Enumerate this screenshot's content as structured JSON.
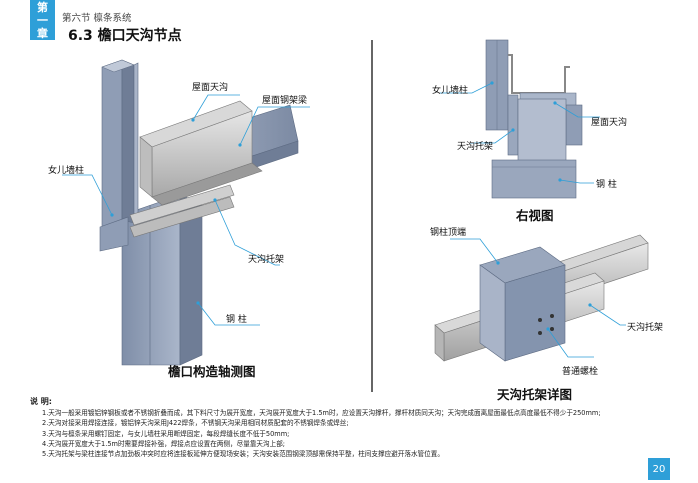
{
  "header": {
    "chapter_tab": [
      "第",
      "一",
      "章"
    ],
    "section_name": "第六节 檩条系统",
    "section_title": "6.3 檐口天沟节点"
  },
  "figures": {
    "axonometric": {
      "caption": "檐口构造轴测图",
      "labels": {
        "gutter": "屋面天沟",
        "roof_beam": "屋面钢架梁",
        "parapet_column": "女儿墙柱",
        "gutter_bracket": "天沟托架",
        "steel_column": "钢 柱"
      }
    },
    "right_view": {
      "caption": "右视图",
      "labels": {
        "parapet_column": "女儿墙柱",
        "roof_gutter": "屋面天沟",
        "gutter_bracket": "天沟托架",
        "steel_column": "钢 柱"
      }
    },
    "bracket_detail": {
      "caption": "天沟托架详图",
      "labels": {
        "column_top": "钢柱顶端",
        "gutter_bracket": "天沟托架",
        "bolt": "普通螺栓"
      }
    }
  },
  "notes": {
    "title": "说 明:",
    "items": [
      "1.天沟一般采用镀铝锌钢板或者不锈钢折叠而成，其下料尺寸为展开宽度，天沟展开宽度大于1.5m时，应设置天沟撑杆，撑杆材质同天沟；天沟完成面离屋面最低点高度最低不得少于250mm;",
      "2.天沟对接采用焊接连接，镀铝锌天沟采用J422焊条，不锈钢天沟采用相同材质配套的不锈钢焊条或焊丝;",
      "3.天沟与檩条采用螺钉固定，与女儿墙柱采用断焊固定，每段焊缝长度不低于50mm;",
      "4.天沟展开宽度大于1.5m时需要焊接补强，焊接点应设置在两侧，尽量靠天沟上部;",
      "5.天沟托架与梁柱连接节点加劲板冲突时应将连接板延伸方便现场安装；天沟安装范围钢梁顶部需保持平整，柱间支撑应避开落水管位置。"
    ]
  },
  "page": {
    "number": "20"
  },
  "colors": {
    "accent": "#2e9fd8",
    "steel": "#9aa7bd",
    "galvanized": "#c9c9c9",
    "leader": "#2e9fd8"
  }
}
